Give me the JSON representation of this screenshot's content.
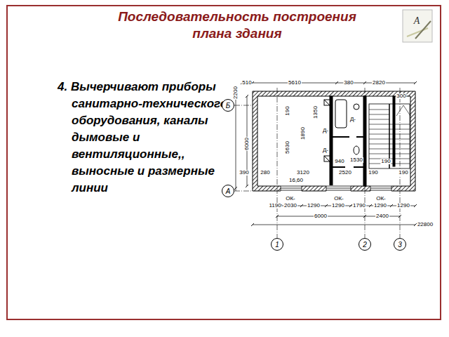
{
  "diagram": {
    "title": "Последовательность построения плана здания",
    "nodes": [
      {
        "text": [
          "Б"
        ]
      },
      {
        "text": [
          "А"
        ]
      },
      {
        "text": [
          "1"
        ]
      },
      {
        "text": [
          "2"
        ]
      },
      {
        "text": [
          "3"
        ]
      }
    ],
    "labels": [
      "4. Вычерчивают приборы санитарно-технического оборудования, каналы дымовые и вентиляционные,, выносные и размерные линии",
      "A",
      "510",
      "5610",
      "380",
      "2820",
      "300",
      "2200",
      "6000",
      "190",
      "5630",
      "1890",
      "1350",
      "Д-",
      "Д-",
      "Д-",
      "940",
      "1530",
      "390",
      "280",
      "3120",
      "16,60",
      "2520",
      "190",
      "190",
      "190",
      "ОК-",
      "ОК-",
      "ОК-",
      "1190",
      "2030",
      "1290",
      "1290",
      "1790",
      "1290",
      "1290",
      "6000",
      "2400",
      "22800"
    ]
  }
}
